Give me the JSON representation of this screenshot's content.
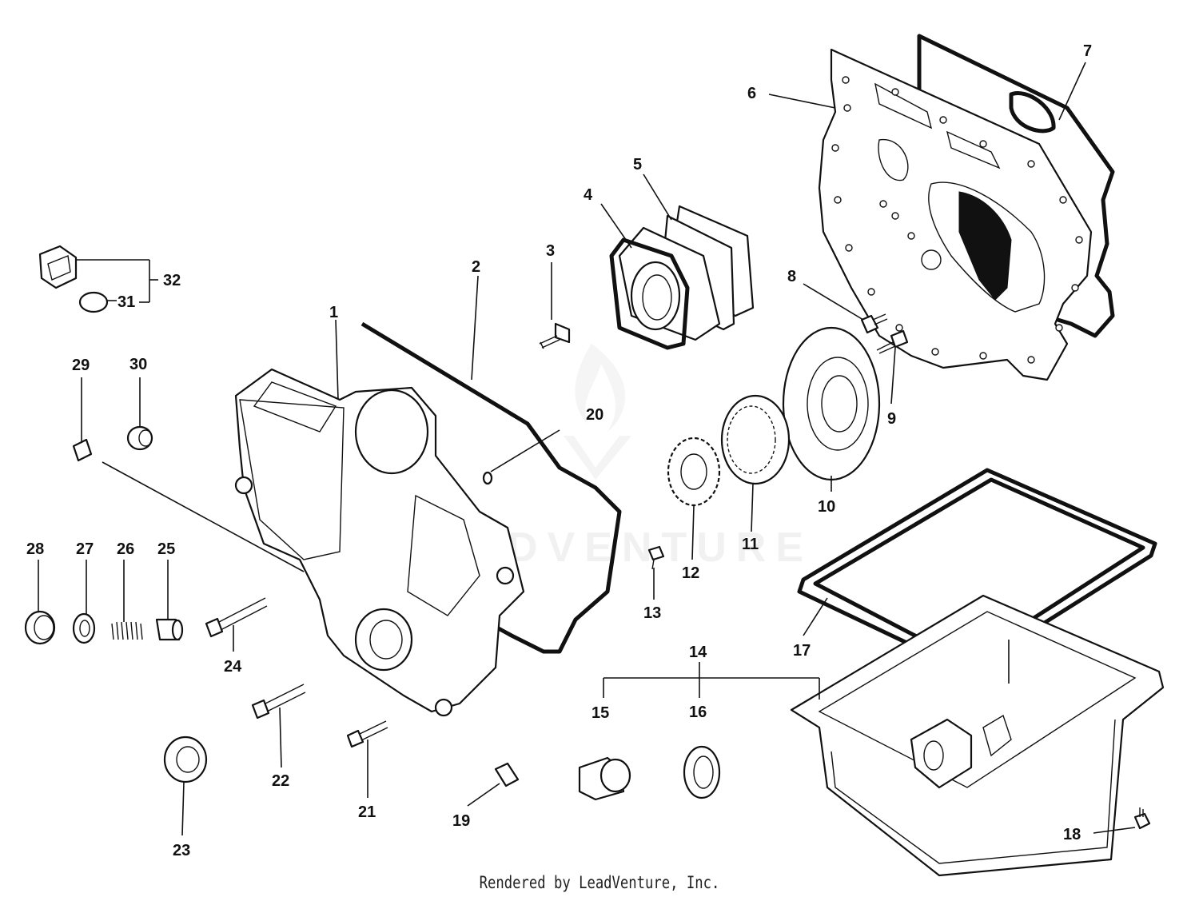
{
  "watermark": {
    "text": "LEADVENTURE"
  },
  "footer": {
    "credit": "Rendered by LeadVenture, Inc."
  },
  "callouts": [
    {
      "n": "1",
      "label": "1"
    },
    {
      "n": "2",
      "label": "2"
    },
    {
      "n": "3",
      "label": "3"
    },
    {
      "n": "4",
      "label": "4"
    },
    {
      "n": "5",
      "label": "5"
    },
    {
      "n": "6",
      "label": "6"
    },
    {
      "n": "7",
      "label": "7"
    },
    {
      "n": "8",
      "label": "8"
    },
    {
      "n": "9",
      "label": "9"
    },
    {
      "n": "10",
      "label": "10"
    },
    {
      "n": "11",
      "label": "11"
    },
    {
      "n": "12",
      "label": "12"
    },
    {
      "n": "13",
      "label": "13"
    },
    {
      "n": "14",
      "label": "14"
    },
    {
      "n": "15",
      "label": "15"
    },
    {
      "n": "16",
      "label": "16"
    },
    {
      "n": "17",
      "label": "17"
    },
    {
      "n": "18",
      "label": "18"
    },
    {
      "n": "19",
      "label": "19"
    },
    {
      "n": "20",
      "label": "20"
    },
    {
      "n": "21",
      "label": "21"
    },
    {
      "n": "22",
      "label": "22"
    },
    {
      "n": "23",
      "label": "23"
    },
    {
      "n": "24",
      "label": "24"
    },
    {
      "n": "25",
      "label": "25"
    },
    {
      "n": "26",
      "label": "26"
    },
    {
      "n": "27",
      "label": "27"
    },
    {
      "n": "28",
      "label": "28"
    },
    {
      "n": "29",
      "label": "29"
    },
    {
      "n": "30",
      "label": "30"
    },
    {
      "n": "31",
      "label": "31"
    },
    {
      "n": "32",
      "label": "32"
    }
  ]
}
